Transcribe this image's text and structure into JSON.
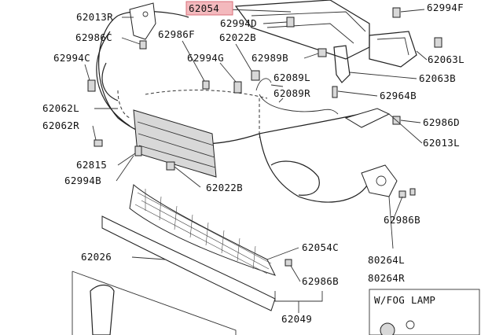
{
  "diagram": {
    "highlighted_part": "62054",
    "labels": {
      "p62054": "62054",
      "p62013R": "62013R",
      "p62986C": "62986C",
      "p62994C": "62994C",
      "p62062L": "62062L",
      "p62062R": "62062R",
      "p62815": "62815",
      "p62994B": "62994B",
      "p62986F": "62986F",
      "p62994G": "62994G",
      "p62022B_top": "62022B",
      "p62994D": "62994D",
      "p62989B": "62989B",
      "p62089L": "62089L",
      "p62089R": "62089R",
      "p62994F": "62994F",
      "p62063L": "62063L",
      "p62063B": "62063B",
      "p62964B": "62964B",
      "p62986D": "62986D",
      "p62013L": "62013L",
      "p62022B_mid": "62022B",
      "p62986B_right": "62986B",
      "p62054C": "62054C",
      "p62026": "62026",
      "p80264L": "80264L",
      "p80264R": "80264R",
      "p62986B_bottom": "62986B",
      "p62049": "62049",
      "fog_lamp": "W/FOG LAMP"
    }
  }
}
